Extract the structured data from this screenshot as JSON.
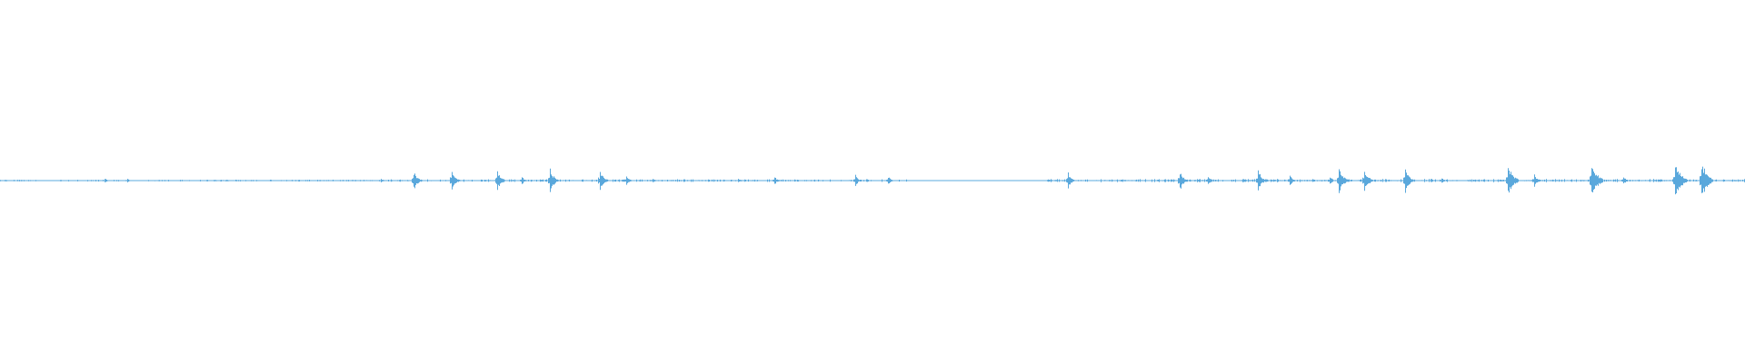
{
  "waveform": {
    "color": "#5aa8dc",
    "baseline_color": "#5aa8dc",
    "background": "#ffffff",
    "bursts": [
      {
        "t": 0.06,
        "a": 0.1
      },
      {
        "t": 0.073,
        "a": 0.08
      },
      {
        "t": 0.218,
        "a": 0.08
      },
      {
        "t": 0.237,
        "a": 0.42
      },
      {
        "t": 0.259,
        "a": 0.4
      },
      {
        "t": 0.285,
        "a": 0.44
      },
      {
        "t": 0.299,
        "a": 0.16
      },
      {
        "t": 0.315,
        "a": 0.46
      },
      {
        "t": 0.344,
        "a": 0.4
      },
      {
        "t": 0.359,
        "a": 0.18
      },
      {
        "t": 0.374,
        "a": 0.1
      },
      {
        "t": 0.423,
        "a": 0.08
      },
      {
        "t": 0.444,
        "a": 0.16
      },
      {
        "t": 0.49,
        "a": 0.22
      },
      {
        "t": 0.509,
        "a": 0.18
      },
      {
        "t": 0.612,
        "a": 0.34
      },
      {
        "t": 0.676,
        "a": 0.4
      },
      {
        "t": 0.692,
        "a": 0.22
      },
      {
        "t": 0.721,
        "a": 0.44
      },
      {
        "t": 0.739,
        "a": 0.24
      },
      {
        "t": 0.762,
        "a": 0.16
      },
      {
        "t": 0.767,
        "a": 0.54
      },
      {
        "t": 0.782,
        "a": 0.48
      },
      {
        "t": 0.805,
        "a": 0.5
      },
      {
        "t": 0.826,
        "a": 0.14
      },
      {
        "t": 0.864,
        "a": 0.66
      },
      {
        "t": 0.879,
        "a": 0.26
      },
      {
        "t": 0.912,
        "a": 0.78
      },
      {
        "t": 0.93,
        "a": 0.18
      },
      {
        "t": 0.96,
        "a": 0.84
      },
      {
        "t": 0.975,
        "a": 0.8
      }
    ],
    "noise_segments": [
      {
        "start": 0.0,
        "end": 0.22,
        "a": 0.035
      },
      {
        "start": 0.22,
        "end": 0.52,
        "a": 0.05
      },
      {
        "start": 0.6,
        "end": 1.0,
        "a": 0.06
      }
    ]
  }
}
